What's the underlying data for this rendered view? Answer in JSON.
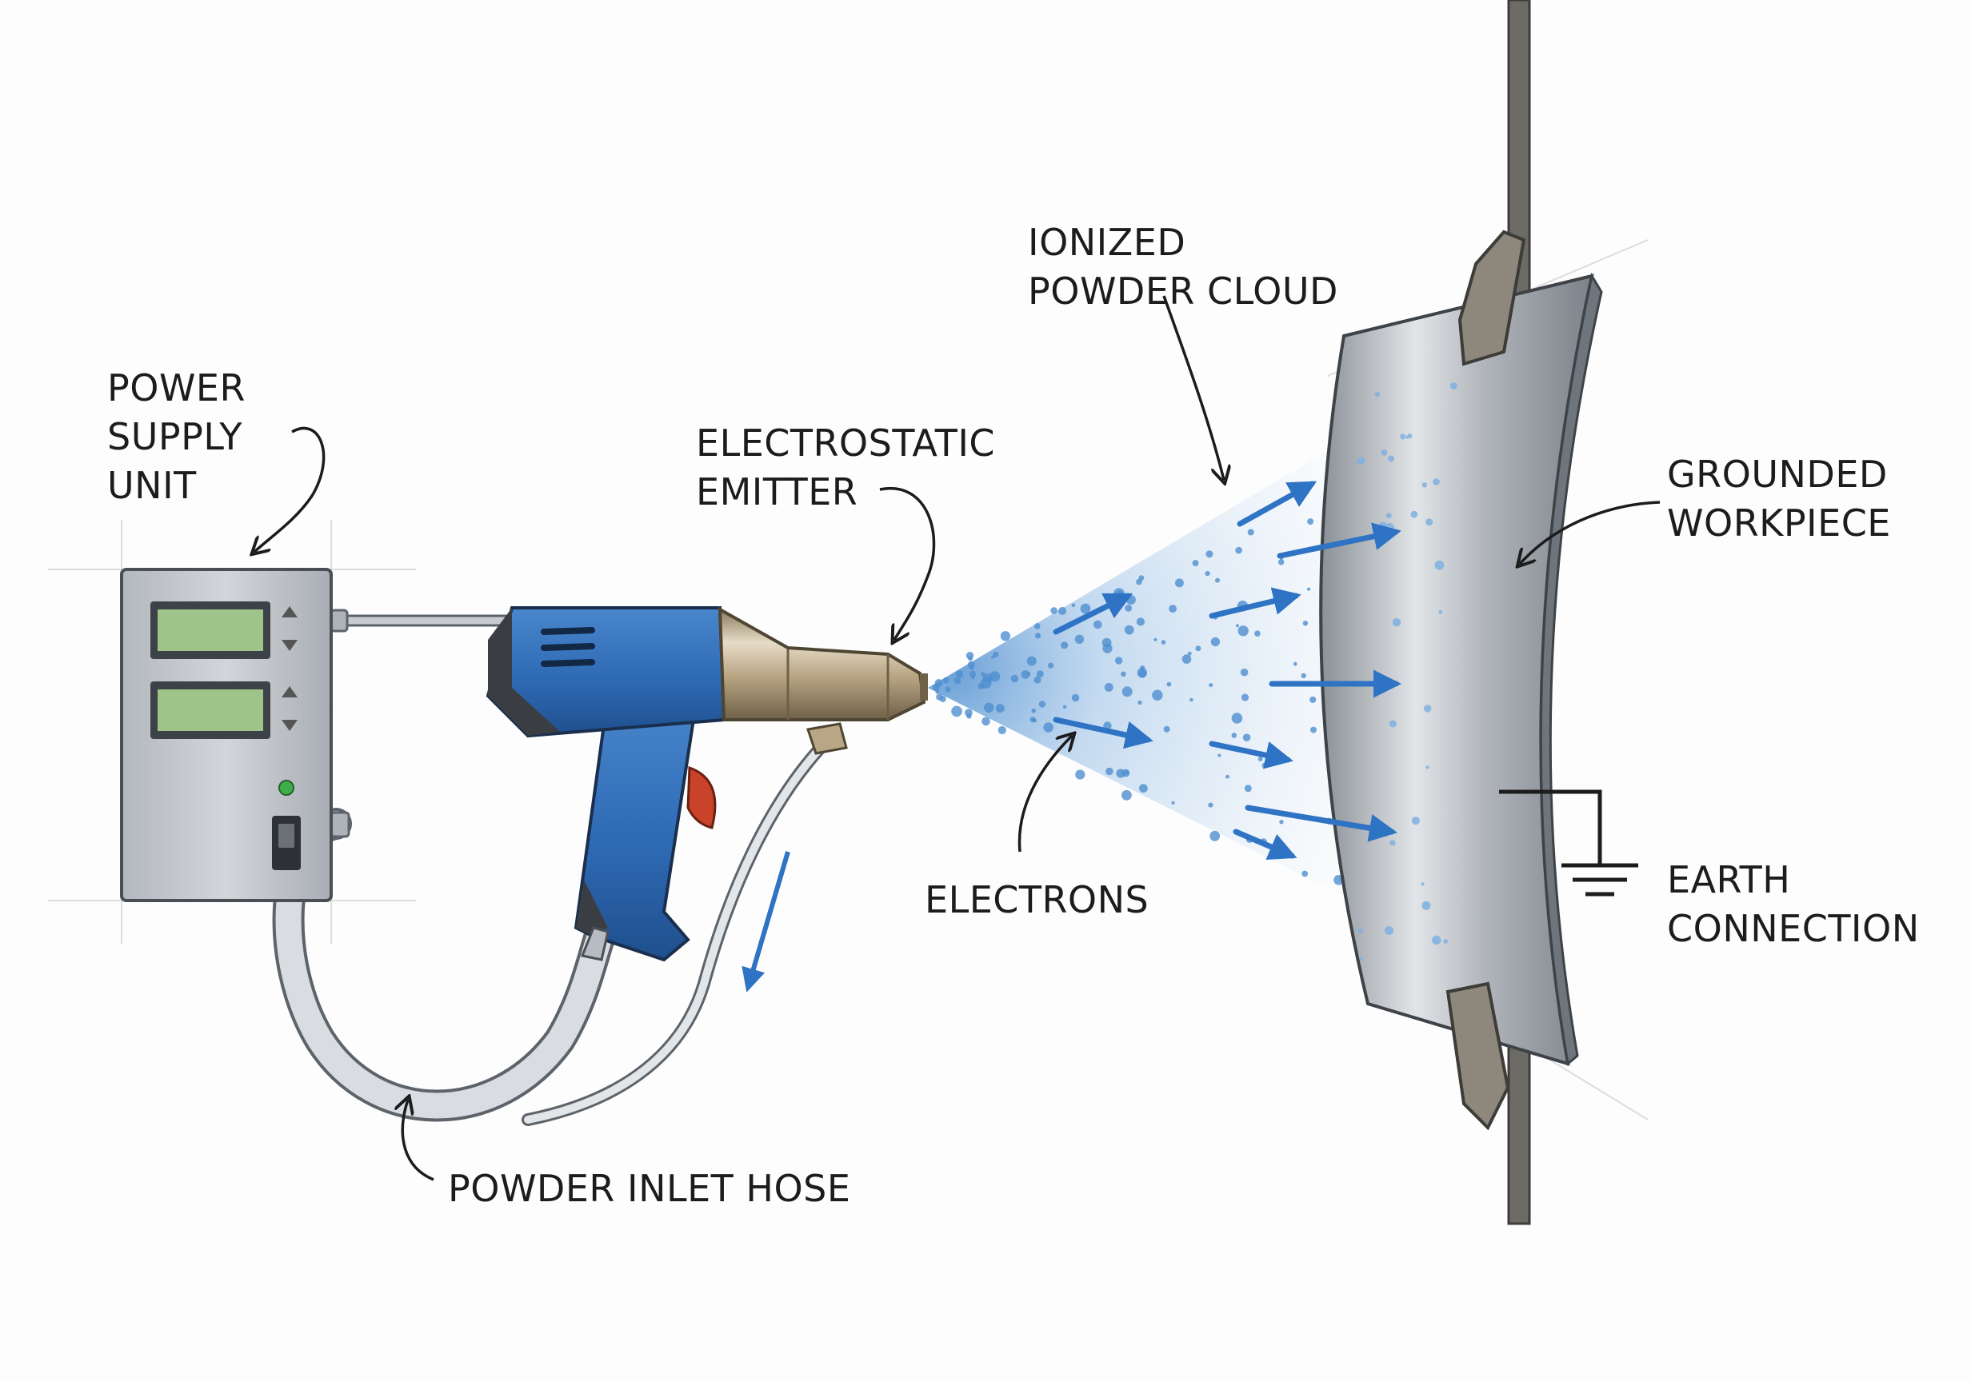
{
  "diagram": {
    "labels": {
      "power_supply": [
        "POWER",
        "SUPPLY",
        "UNIT"
      ],
      "emitter": [
        "ELECTROSTATIC",
        "EMITTER"
      ],
      "powder_cloud": [
        "IONIZED",
        "POWDER CLOUD"
      ],
      "workpiece": [
        "GROUNDED",
        "WORKPIECE"
      ],
      "earth": [
        "EARTH",
        "CONNECTION"
      ],
      "electrons": "ELECTRONS",
      "hose": "POWDER INLET HOSE"
    },
    "colors": {
      "gun_blue": "#2f6bb5",
      "nozzle_brass": "#b9a684",
      "trigger_red": "#c8432a",
      "particle_blue": "#4f8fd0",
      "arrow_blue": "#2e73c4",
      "panel_steel": "#c3c7cc",
      "display_green": "#9fc48a",
      "indicator_green": "#3fae4a",
      "ink": "#1c1c1c"
    },
    "icons": [
      "ground-symbol-icon",
      "up-down-arrow-icon",
      "toggle-switch-icon"
    ]
  }
}
